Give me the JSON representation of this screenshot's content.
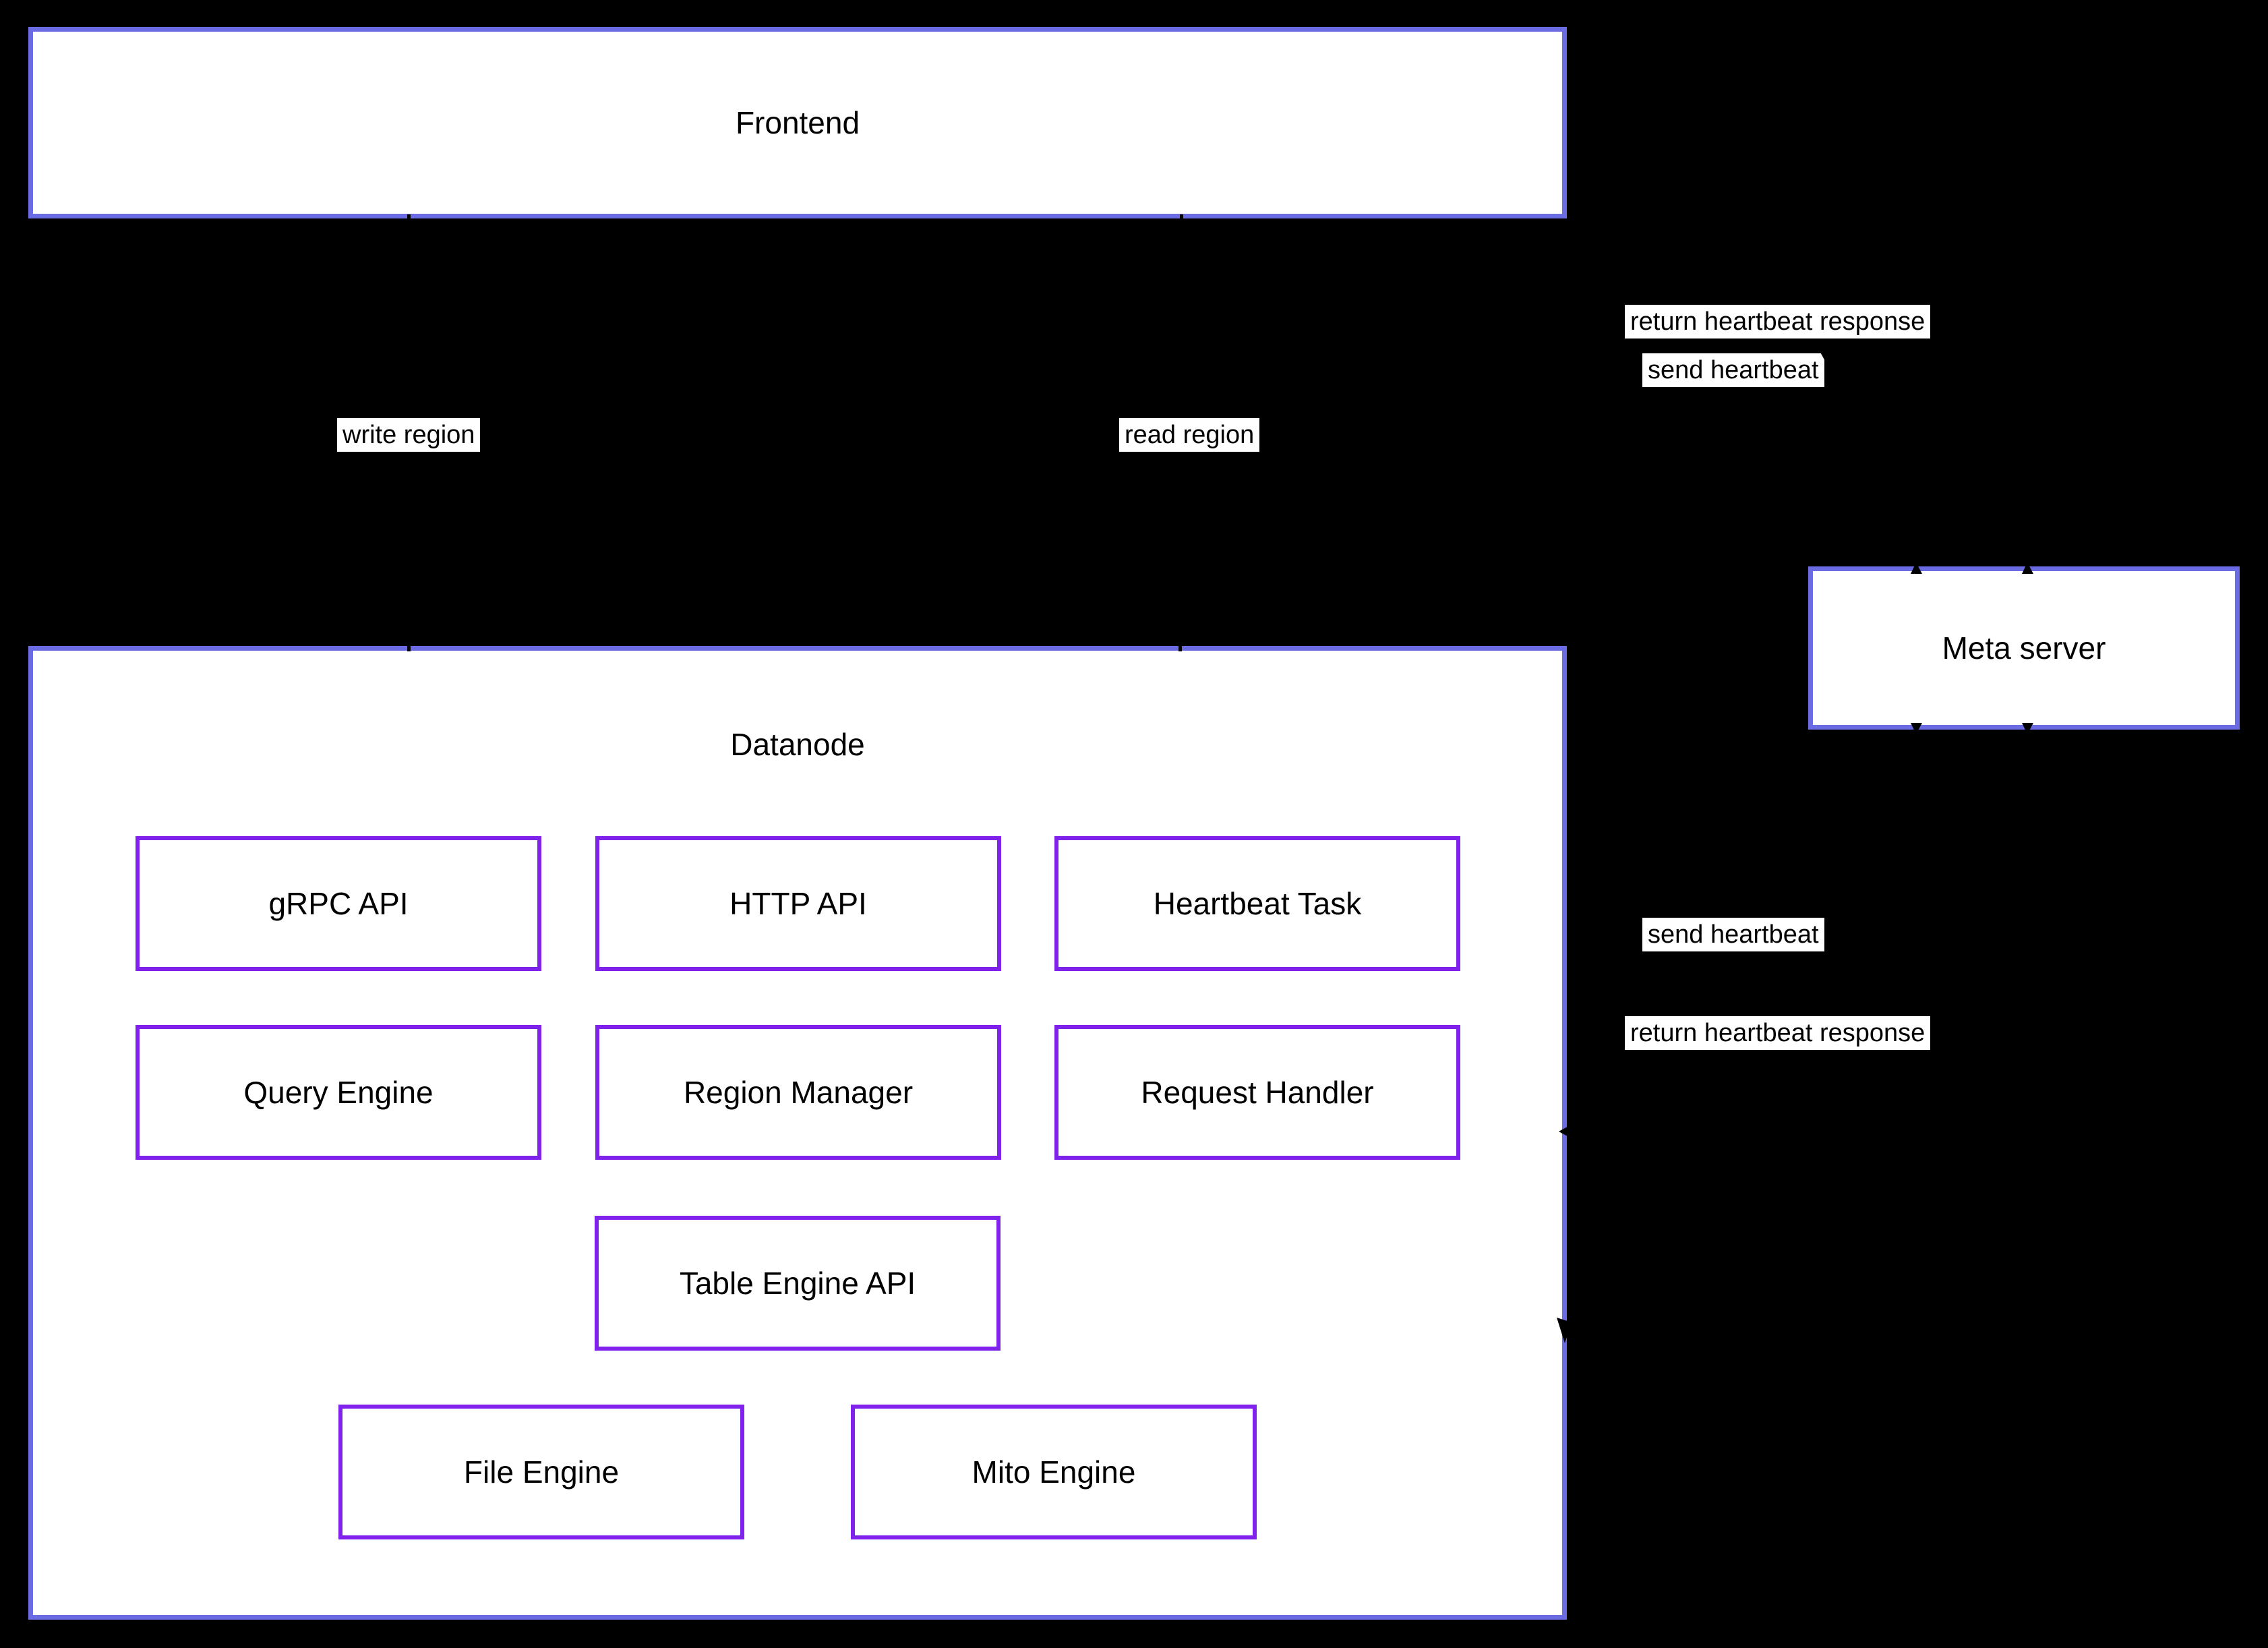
{
  "colors": {
    "background": "#000000",
    "node_fill": "#ffffff",
    "node_border_blue": "#6b6be4",
    "component_border_purple": "#7e22ec",
    "text": "#000000"
  },
  "nodes": {
    "frontend": {
      "label": "Frontend"
    },
    "datanode": {
      "label": "Datanode"
    },
    "meta_server": {
      "label": "Meta server"
    }
  },
  "components": [
    {
      "id": "grpc-api",
      "label": "gRPC API"
    },
    {
      "id": "http-api",
      "label": "HTTP API"
    },
    {
      "id": "heartbeat-task",
      "label": "Heartbeat Task"
    },
    {
      "id": "query-engine",
      "label": "Query Engine"
    },
    {
      "id": "region-manager",
      "label": "Region Manager"
    },
    {
      "id": "request-handler",
      "label": "Request Handler"
    },
    {
      "id": "table-engine-api",
      "label": "Table Engine API"
    },
    {
      "id": "file-engine",
      "label": "File Engine"
    },
    {
      "id": "mito-engine",
      "label": "Mito Engine"
    }
  ],
  "edge_labels": {
    "return_heartbeat_response_top": "return heartbeat response",
    "send_heartbeat_top": "send heartbeat",
    "write_region": "write region",
    "read_region": "read region",
    "send_heartbeat_bottom": "send heartbeat",
    "return_heartbeat_response_bottom": "return heartbeat response"
  }
}
